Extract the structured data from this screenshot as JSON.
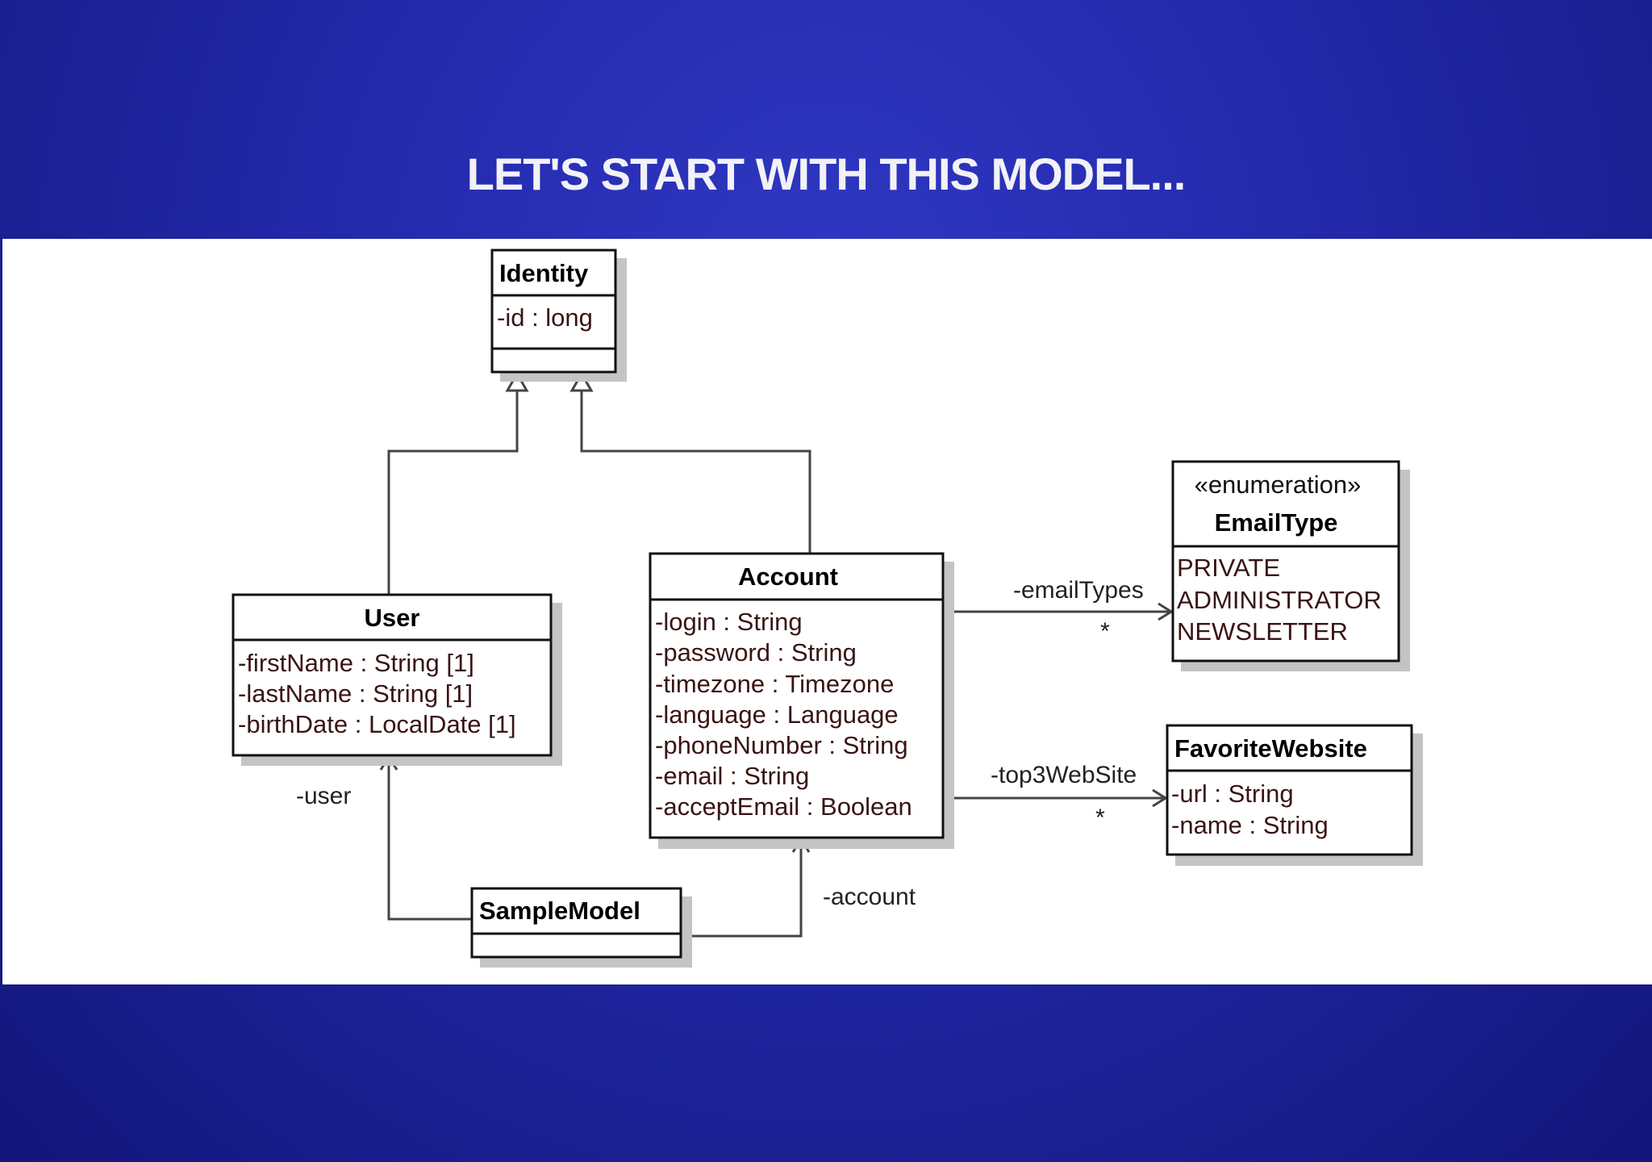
{
  "slide": {
    "title": "LET'S START WITH THIS MODEL..."
  },
  "colors": {
    "background": "#2228a8",
    "panel": "#ffffff",
    "attribute_text": "#3a1414"
  },
  "classes": {
    "identity": {
      "name": "Identity",
      "attributes": [
        "-id : long"
      ]
    },
    "user": {
      "name": "User",
      "attributes": [
        "-firstName : String [1]",
        "-lastName : String [1]",
        "-birthDate : LocalDate [1]"
      ]
    },
    "account": {
      "name": "Account",
      "attributes": [
        "-login : String",
        "-password : String",
        "-timezone : Timezone",
        "-language : Language",
        "-phoneNumber : String",
        "-email : String",
        "-acceptEmail : Boolean"
      ]
    },
    "email_type": {
      "stereotype": "«enumeration»",
      "name": "EmailType",
      "literals": [
        "PRIVATE",
        "ADMINISTRATOR",
        "NEWSLETTER"
      ]
    },
    "favorite_website": {
      "name": "FavoriteWebsite",
      "attributes": [
        "-url : String",
        "-name : String"
      ]
    },
    "sample_model": {
      "name": "SampleModel"
    }
  },
  "relations": {
    "user_generalization": {
      "type": "generalization",
      "from": "User",
      "to": "Identity"
    },
    "account_generalization": {
      "type": "generalization",
      "from": "Account",
      "to": "Identity"
    },
    "user_assoc": {
      "role": "-user",
      "from": "SampleModel",
      "to": "User"
    },
    "account_assoc": {
      "role": "-account",
      "from": "SampleModel",
      "to": "Account"
    },
    "email_types_assoc": {
      "role": "-emailTypes",
      "multiplicity": "*",
      "from": "Account",
      "to": "EmailType"
    },
    "websites_assoc": {
      "role": "-top3WebSite",
      "multiplicity": "*",
      "from": "Account",
      "to": "FavoriteWebsite"
    }
  }
}
